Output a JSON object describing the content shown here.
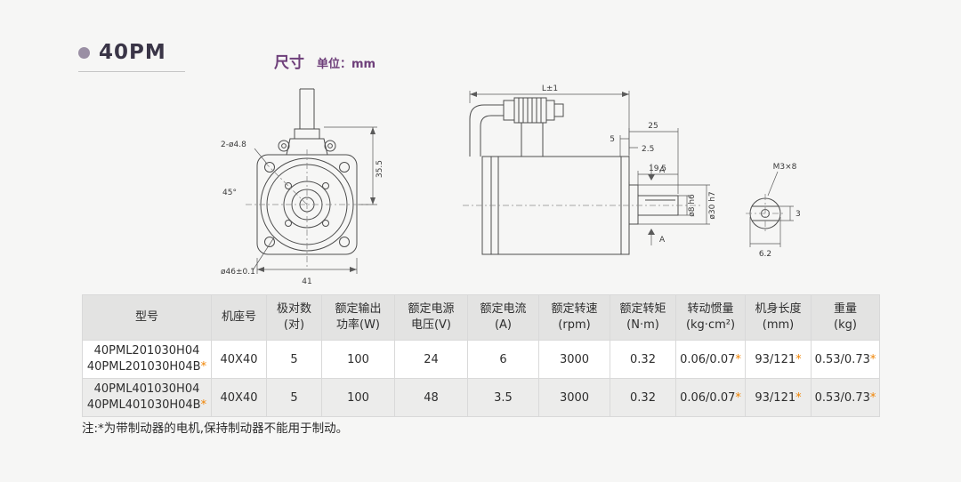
{
  "header": {
    "title": "40PM",
    "section_label": "尺寸",
    "unit_label": "单位：mm"
  },
  "drawings": {
    "front_view": {
      "holes_dim": "2-ø4.8",
      "angle_dim": "45°",
      "pilot_dia_dim": "ø46±0.1",
      "width_dim": "41",
      "height_dim": "35.5"
    },
    "side_view": {
      "length_dim": "L±1",
      "shaft_len_dim": "25",
      "step_dim": "2.5",
      "boss_dim": "5",
      "key_len_dim": "19.5",
      "shaft_dia_dim": "ø8 h6",
      "spigot_dia_dim": "ø30 h7",
      "section_label_top": "A",
      "section_label_bottom": "A"
    },
    "shaft_end_view": {
      "tap_dim": "M3×8",
      "flat_dim": "3",
      "across_dim": "6.2"
    }
  },
  "table": {
    "star": "*",
    "columns": [
      {
        "label": "型号",
        "sub": ""
      },
      {
        "label": "机座号",
        "sub": ""
      },
      {
        "label": "极对数",
        "sub": "(对)"
      },
      {
        "label": "额定输出",
        "sub": "功率(W)"
      },
      {
        "label": "额定电源",
        "sub": "电压(V)"
      },
      {
        "label": "额定电流",
        "sub": "(A)"
      },
      {
        "label": "额定转速",
        "sub": "(rpm)"
      },
      {
        "label": "额定转矩",
        "sub": "(N·m)"
      },
      {
        "label": "转动惯量",
        "sub": "(kg·cm²)"
      },
      {
        "label": "机身长度",
        "sub": "(mm)"
      },
      {
        "label": "重量",
        "sub": "(kg)"
      }
    ],
    "rows": [
      {
        "model1": "40PML201030H04",
        "model2": "40PML201030H04B",
        "frame": "40X40",
        "pole_pairs": "5",
        "rated_power": "100",
        "rated_voltage": "24",
        "rated_current": "6",
        "rated_speed": "3000",
        "rated_torque": "0.32",
        "inertia": "0.06/0.07",
        "body_length": "93/121",
        "weight": "0.53/0.73"
      },
      {
        "model1": "40PML401030H04",
        "model2": "40PML401030H04B",
        "frame": "40X40",
        "pole_pairs": "5",
        "rated_power": "100",
        "rated_voltage": "48",
        "rated_current": "3.5",
        "rated_speed": "3000",
        "rated_torque": "0.32",
        "inertia": "0.06/0.07",
        "body_length": "93/121",
        "weight": "0.53/0.73"
      }
    ]
  },
  "note": "注:*为带制动器的电机,保持制动器不能用于制动。"
}
